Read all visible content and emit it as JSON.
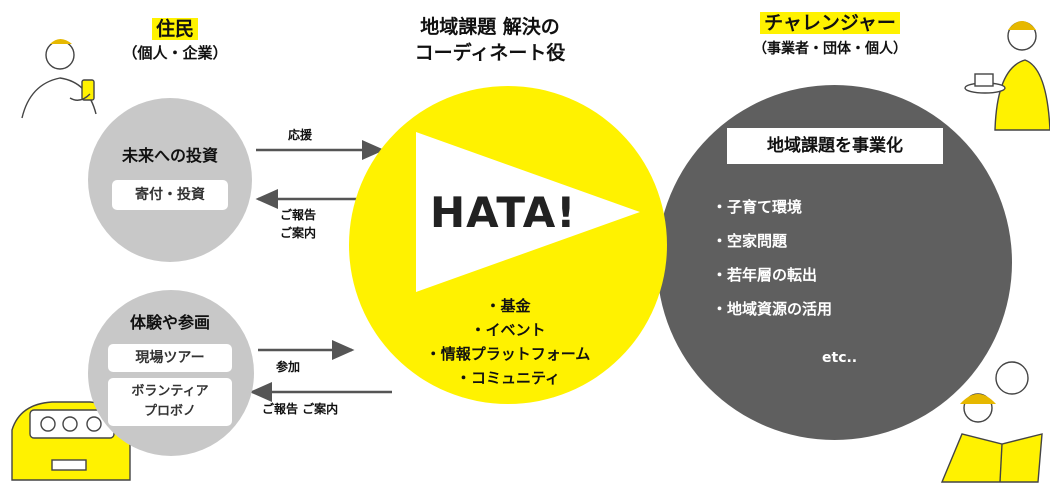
{
  "residents": {
    "title": "住民",
    "subtitle": "（個人・企業）",
    "invest_circle": {
      "heading": "未来への投資",
      "pill": "寄付・投資"
    },
    "experience_circle": {
      "heading": "体験や参画",
      "pills": [
        "現場ツアー",
        "ボランティア\nプロボノ"
      ]
    }
  },
  "hub": {
    "caption_line1": "地域課題 解決の",
    "caption_line2": "コーディネート役",
    "logo": "HATA!",
    "items": [
      "・基金",
      "・イベント",
      "・情報プラットフォーム",
      "・コミュニティ"
    ]
  },
  "challengers": {
    "title": "チャレンジャー",
    "subtitle": "（事業者・団体・個人）",
    "box_label": "地域課題を事業化",
    "items": [
      "・子育て環境",
      "・空家問題",
      "・若年層の転出",
      "・地域資源の活用"
    ],
    "etc": "etc.."
  },
  "arrows": {
    "support": "応援",
    "report_1a": "ご報告",
    "report_1b": "ご案内",
    "participate": "参加",
    "report_2": "ご報告 ご案内"
  },
  "colors": {
    "yellow": "#fff200",
    "light_gray": "#c8c8c8",
    "dark_gray": "#5f5f5f",
    "arrow": "#555555"
  }
}
